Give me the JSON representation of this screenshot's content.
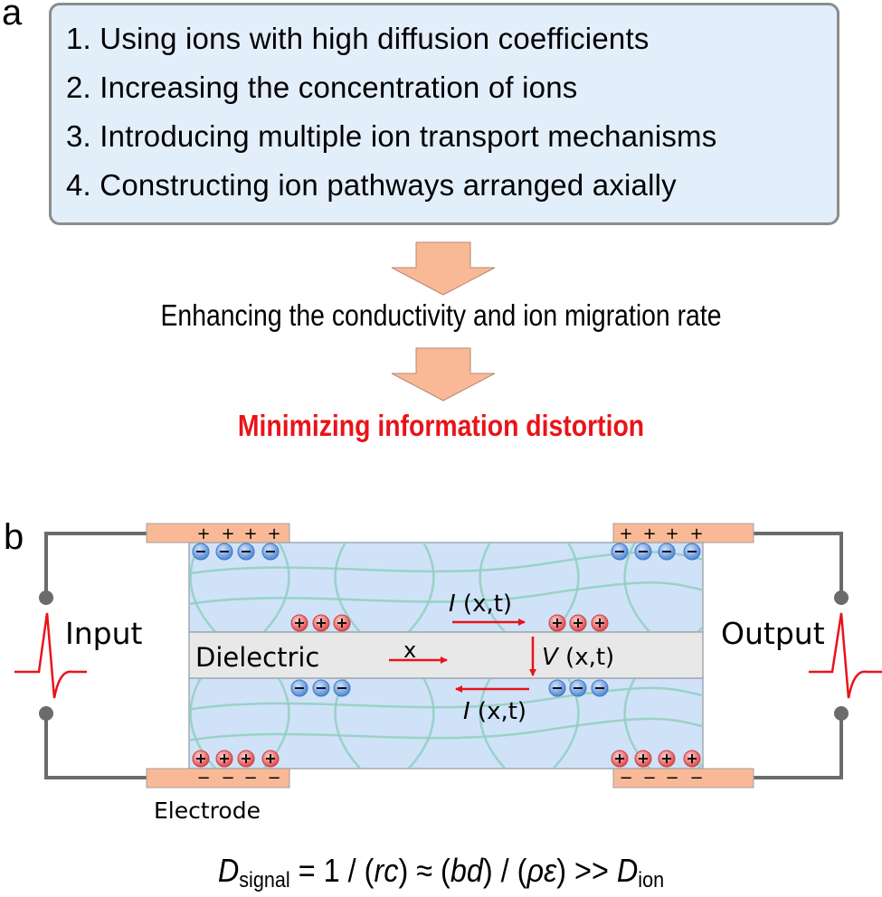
{
  "panel_a": {
    "label": "a",
    "strategies": [
      "1. Using ions with high diffusion coefficients",
      "2. Increasing the concentration of ions",
      "3. Introducing multiple ion transport mechanisms",
      "4. Constructing ion pathways arranged axially"
    ],
    "step_1": "Enhancing the conductivity and ion migration rate",
    "step_2": "Minimizing information distortion",
    "arrow_color": "#f9b996",
    "highlight_color": "#e8141a"
  },
  "panel_b": {
    "label": "b",
    "input_label": "Input",
    "output_label": "Output",
    "dielectric_label": "Dielectric",
    "electrode_label": "Electrode",
    "x_label": "x",
    "current_top": {
      "symbol": "I",
      "args": " (x,t)"
    },
    "voltage": {
      "symbol": "V",
      "args": " (x,t)"
    },
    "current_bottom": {
      "symbol": "I",
      "args": " (x,t)"
    },
    "positive_sign": "+",
    "negative_sign": "−",
    "colors": {
      "electrode": "#f9b996",
      "electrolyte": "#d0e2f8",
      "dielectric": "#e8e8e8",
      "fiber": "#8fcfbf",
      "signal": "#e8141a",
      "wire": "#6b6b6b",
      "anion": "#6aa0e6",
      "cation": "#ee6a6a"
    },
    "formula": {
      "lhs_symbol": "D",
      "lhs_sub": "signal",
      "middle": " = 1 / (",
      "rc": "rc",
      "approx": ") ≈ (",
      "bd": "bd",
      "slash": ") / (",
      "rho_eps": "ρε",
      "gg": ") >> ",
      "rhs_symbol": "D",
      "rhs_sub": "ion"
    }
  }
}
